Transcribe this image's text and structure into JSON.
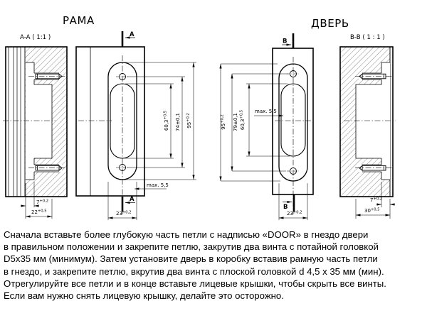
{
  "titles": {
    "frame": "РАМА",
    "door": "ДВЕРЬ"
  },
  "sections": {
    "aa": "A-A ( 1:1 )",
    "bb": "B-B ( 1 : 1 )"
  },
  "markers": {
    "a": "A",
    "b": "B"
  },
  "colors": {
    "ink": "#000000",
    "paper": "#ffffff"
  },
  "dims": {
    "frame": {
      "inner": {
        "v": "60,3",
        "sup": "+0,5"
      },
      "holes": {
        "v": "74±0,1",
        "sup": ""
      },
      "outer": {
        "v": "95",
        "sup": "+0,2"
      },
      "width": {
        "v": "23",
        "sup": "+0,2"
      },
      "max_note": "max. 5,5",
      "lip": {
        "v": "7",
        "sup": "+0,2"
      },
      "depth": {
        "v": "22",
        "sup": "+0,5"
      }
    },
    "door": {
      "inner": {
        "v": "60,3",
        "sup": "+0,5"
      },
      "holes": {
        "v": "79±0,1",
        "sup": ""
      },
      "outer": {
        "v": "95",
        "sup": "+0,2"
      },
      "width": {
        "v": "23",
        "sup": "+0,2"
      },
      "max_note": "max. 5,5",
      "lip": {
        "v": "7",
        "sup": "+0,2"
      },
      "depth": {
        "v": "30",
        "sup": "+0,5"
      }
    }
  },
  "instructions": {
    "lines": [
      "Сначала вставьте более глубокую часть петли с надписью «DOOR» в гнездо двери",
      "в правильном положении и закрепите петлю, закрутив два винта с потайной головкой",
      "D5x35 мм (минимум). Затем установите дверь в коробку вставив рамную часть петли",
      "в гнездо, и закрепите петлю, вкрутив два винта с плоской головкой d 4,5 x 35 мм (мин).",
      "Отрегулируйте все петли и в конце вставьте лицевые крышки, чтобы скрыть все винты.",
      "Если вам нужно снять лицевую крышку, делайте это осторожно."
    ]
  }
}
